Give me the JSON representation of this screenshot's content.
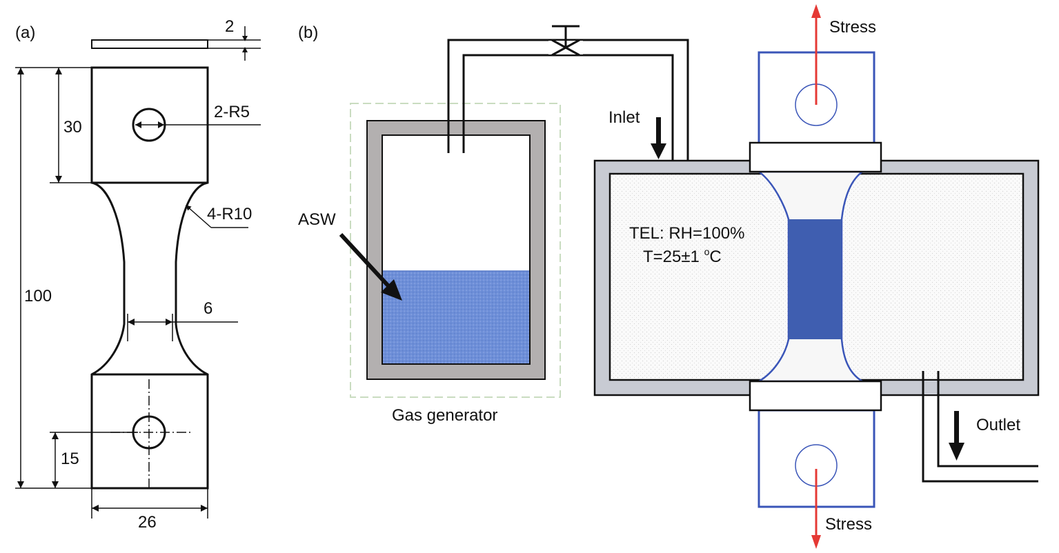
{
  "panel_a": {
    "label": "(a)",
    "dims": {
      "thickness": "2",
      "top_height": "30",
      "hole": "2-R5",
      "fillet": "4-R10",
      "total_length": "100",
      "gauge_width": "6",
      "bottom_offset": "15",
      "width": "26"
    }
  },
  "panel_b": {
    "label": "(b)",
    "asw_label": "ASW",
    "gas_generator_label": "Gas generator",
    "inlet_label": "Inlet",
    "outlet_label": "Outlet",
    "stress_top_label": "Stress",
    "stress_bottom_label": "Stress",
    "chamber_line1": "TEL: RH=100%",
    "chamber_line2_prefix": "T=25±1 ",
    "chamber_line2_degree": "o",
    "chamber_line2_unit": "C"
  },
  "colors": {
    "outline": "#1a1a1a",
    "wall_grey": "#c8cbd3",
    "generator_wall": "#b3b0b0",
    "water": "#6f8fd6",
    "specimen_blue": "#3f5eb0",
    "grip_blue": "#3a55b8",
    "stress_arrow": "#e53935",
    "dashed_box": "#c9dcc0"
  }
}
